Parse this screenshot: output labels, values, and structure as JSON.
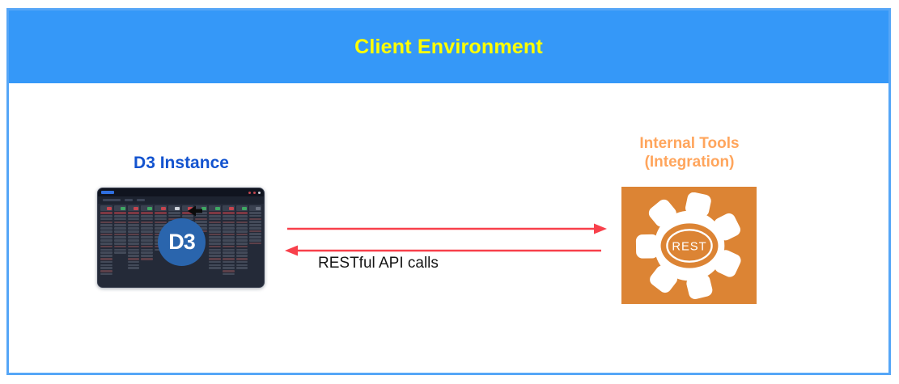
{
  "frame": {
    "title": "Client Environment",
    "colors": {
      "header_bg": "#3598f8",
      "border": "#55a6f7",
      "title": "#ffff00"
    }
  },
  "d3_instance": {
    "label": "D3 Instance",
    "label_color": "#1353cf",
    "logo_text": "D3",
    "logo_bg": "#2a65ad",
    "dashboard": {
      "topbar_chip_color": "#2f6fe0",
      "topbar_dot_colors": [
        "#c4454f",
        "#c4454f",
        "#cfd4dc"
      ],
      "columns": [
        {
          "badge": "red",
          "rows": 20,
          "red_bar": true
        },
        {
          "badge": "green",
          "rows": 13,
          "red_bar": true
        },
        {
          "badge": "red",
          "rows": 18,
          "red_bar": true
        },
        {
          "badge": "green",
          "rows": 15,
          "red_bar": true
        },
        {
          "badge": "red",
          "rows": 12,
          "red_bar": true
        },
        {
          "badge": "white",
          "rows": 9,
          "red_bar": false
        },
        {
          "badge": "red",
          "rows": 16,
          "red_bar": true
        },
        {
          "badge": "green",
          "rows": 7,
          "red_bar": false
        },
        {
          "badge": "green",
          "rows": 18,
          "red_bar": true
        },
        {
          "badge": "red",
          "rows": 20,
          "red_bar": true
        },
        {
          "badge": "green",
          "rows": 18,
          "red_bar": true
        },
        {
          "badge": "gray",
          "rows": 11,
          "red_bar": false
        }
      ]
    }
  },
  "internal_tools": {
    "label_line1": "Internal Tools",
    "label_line2": "(Integration)",
    "label_color": "#ffa55c",
    "box_color": "#dc8434",
    "gear_text": "REST"
  },
  "connection": {
    "label": "RESTful API calls",
    "arrow_color": "#f8404b"
  },
  "icons": {
    "cursor": "cursor-icon",
    "gear": "rest-gear-icon"
  }
}
